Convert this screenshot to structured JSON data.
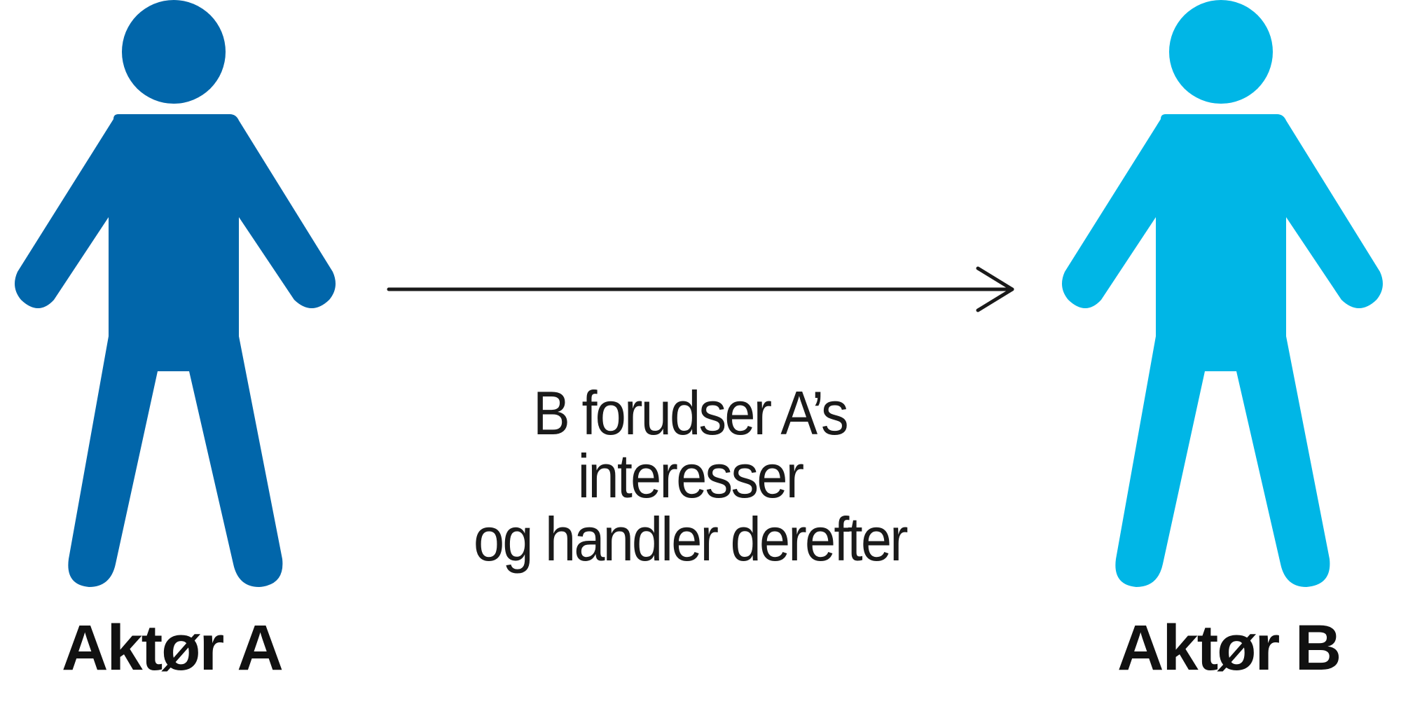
{
  "diagram": {
    "actors": [
      {
        "id": "A",
        "label": "Aktør A",
        "color": "#0166AA",
        "icon": "person-icon"
      },
      {
        "id": "B",
        "label": "Aktør B",
        "color": "#00B6E6",
        "icon": "person-icon"
      }
    ],
    "arrow": {
      "from": "A",
      "to": "B",
      "direction": "right",
      "color": "#1a1a1a",
      "icon": "arrow-right-icon"
    },
    "caption": {
      "lines": [
        "B forudser A’s",
        "interesser",
        "og handler derefter"
      ]
    }
  }
}
